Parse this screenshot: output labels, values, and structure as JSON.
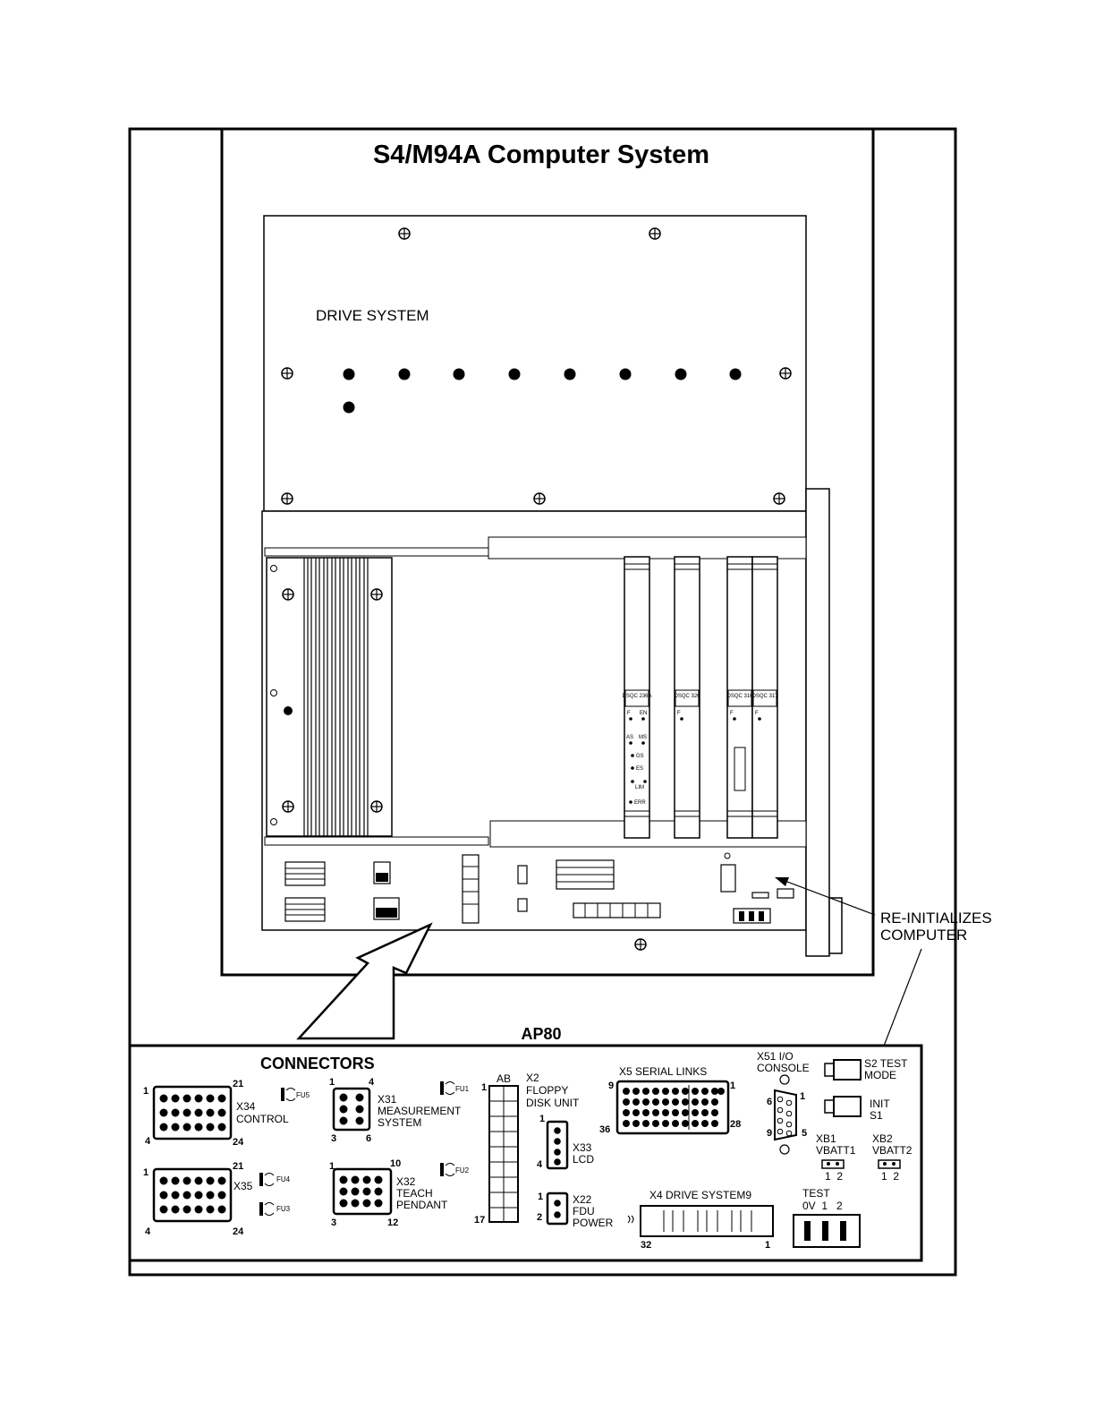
{
  "title": "S4/M94A Computer System",
  "drive_system_label": "DRIVE SYSTEM",
  "board_labels": [
    "DSQC 236A",
    "DSQC 326",
    "DSQC 316",
    "DSQC 317"
  ],
  "board_led_labels": {
    "f": "F",
    "en": "EN",
    "as": "AS",
    "ms": "MS",
    "gs": "GS",
    "es": "ES",
    "lim": "LIM",
    "err": "ERR"
  },
  "callout": {
    "line1": "RE-INITIALIZES",
    "line2": "COMPUTER"
  },
  "ap80_label": "AP80",
  "connectors_title": "CONNECTORS",
  "x34": {
    "line1": "X34",
    "line2": "CONTROL",
    "pins": [
      "1",
      "21",
      "4",
      "24"
    ]
  },
  "x35": {
    "label": "X35",
    "pins": [
      "1",
      "21",
      "4",
      "24"
    ]
  },
  "fuses": {
    "fu1": "FU1",
    "fu2": "FU2",
    "fu3": "FU3",
    "fu4": "FU4",
    "fu5": "FU5"
  },
  "x31": {
    "line1": "X31",
    "line2": "MEASUREMENT",
    "line3": "SYSTEM",
    "pins": [
      "1",
      "4",
      "3",
      "6"
    ]
  },
  "x32": {
    "line1": "X32",
    "line2": "TEACH",
    "line3": "PENDANT",
    "pins": [
      "1",
      "10",
      "3",
      "12"
    ]
  },
  "x2": {
    "ab": "AB",
    "line1": "X2",
    "line2": "FLOPPY",
    "line3": "DISK UNIT",
    "pins": [
      "1",
      "17"
    ]
  },
  "x33": {
    "line1": "X33",
    "line2": "LCD",
    "pins": [
      "1",
      "4"
    ]
  },
  "x22": {
    "line1": "X22",
    "line2": "FDU",
    "line3": "POWER",
    "pins": [
      "1",
      "2"
    ]
  },
  "x5": {
    "label": "X5 SERIAL LINKS",
    "pins": [
      "9",
      "1",
      "36",
      "28"
    ]
  },
  "x4": {
    "label": "X4 DRIVE SYSTEM9",
    "pins": [
      "32",
      "1"
    ]
  },
  "x51": {
    "line1": "X51 I/O",
    "line2": "CONSOLE",
    "pins": [
      "6",
      "1",
      "9",
      "5"
    ]
  },
  "s2": {
    "line1": "S2 TEST",
    "line2": "MODE"
  },
  "s1": {
    "line1": "INIT",
    "line2": "S1"
  },
  "xb1": {
    "line1": "XB1",
    "line2": "VBATT1",
    "pins": "1  2"
  },
  "xb2": {
    "line1": "XB2",
    "line2": "VBATT2",
    "pins": "1  2"
  },
  "test": {
    "line1": "TEST",
    "line2": "0V  1   2"
  }
}
